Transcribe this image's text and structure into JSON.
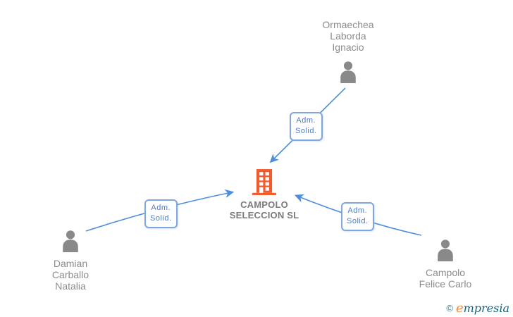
{
  "diagram": {
    "company": {
      "name": "CAMPOLO\nSELECCION SL",
      "icon": "building-icon",
      "icon_color": "#f25b2d"
    },
    "persons": [
      {
        "id": "ormaechea",
        "name": "Ormaechea\nLaborda\nIgnacio",
        "position": "top-right"
      },
      {
        "id": "damian",
        "name": "Damian\nCarballo\nNatalia",
        "position": "bottom-left"
      },
      {
        "id": "campolo",
        "name": "Campolo\nFelice Carlo",
        "position": "bottom-right"
      }
    ],
    "edges": [
      {
        "from": "ormaechea",
        "to": "company",
        "label": "Adm.\nSolid."
      },
      {
        "from": "damian",
        "to": "company",
        "label": "Adm.\nSolid."
      },
      {
        "from": "campolo",
        "to": "company",
        "label": "Adm.\nSolid."
      }
    ],
    "colors": {
      "arrow": "#4e8fd9",
      "label_border": "#7fa7dd",
      "label_text": "#4a7cc9",
      "person_icon": "#898989",
      "person_text": "#8c8c8c",
      "company_text": "#7b7b7b",
      "building": "#f25b2d"
    }
  },
  "footer": {
    "copyright": "©",
    "brand_first_letter": "e",
    "brand_rest": "mpresia"
  }
}
